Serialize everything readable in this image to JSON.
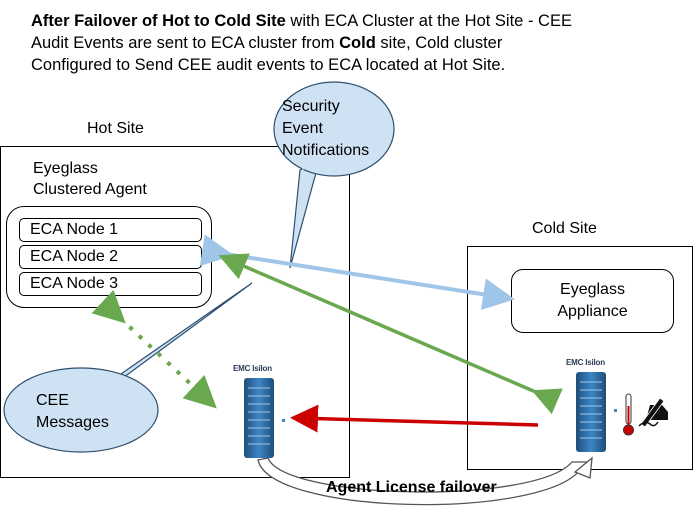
{
  "caption": {
    "line1_bold": "After Failover of Hot to Cold Site",
    "line1_rest": " with ECA Cluster at the Hot Site - CEE",
    "line2_a": "Audit Events are sent to ECA cluster from ",
    "line2_bold": "Cold",
    "line2_b": " site, Cold cluster",
    "line3": "Configured to Send CEE audit events to ECA located at Hot Site."
  },
  "hot_site": {
    "label": "Hot Site",
    "agent_title_1": "Eyeglass",
    "agent_title_2": "Clustered Agent",
    "nodes": [
      "ECA Node 1",
      "ECA Node 2",
      "ECA Node 3"
    ],
    "storage_label": "EMC Isilon"
  },
  "cold_site": {
    "label": "Cold Site",
    "appliance_1": "Eyeglass",
    "appliance_2": "Appliance",
    "storage_label": "EMC Isilon"
  },
  "bubbles": {
    "security_1": "Security",
    "security_2": "Event",
    "security_3": "Notifications",
    "cee_1": "CEE",
    "cee_2": "Messages"
  },
  "failover_label": "Agent License failover",
  "colors": {
    "green_arrow": "#6aa84f",
    "blue_arrow": "#9fc5e8",
    "red_arrow": "#cc0000",
    "bubble_fill": "#cfe2f3",
    "storage_blue": "#3d85c6"
  }
}
